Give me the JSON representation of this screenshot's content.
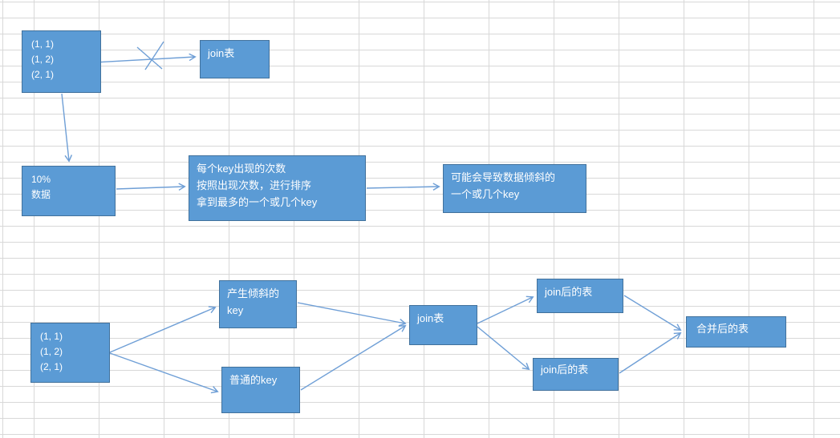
{
  "colors": {
    "grid_line": "#d8d8d8",
    "box_fill": "#5b9bd5",
    "box_border": "#41719c",
    "connector": "#6f9fd6",
    "box_text": "#ffffff",
    "background": "#ffffff"
  },
  "diagram": {
    "nodes": {
      "tuples_top": {
        "lines": [
          "(1, 1)",
          "(1, 2)",
          "(2, 1)"
        ]
      },
      "join_table_top": {
        "label": "join表"
      },
      "sample_10pct": {
        "lines": [
          "10%",
          "数据"
        ]
      },
      "count_sort": {
        "lines": [
          "每个key出现的次数",
          "按照出现次数，进行排序",
          "拿到最多的一个或几个key"
        ]
      },
      "skew_keys": {
        "lines": [
          "可能会导致数据倾斜的",
          "一个或几个key"
        ]
      },
      "tuples_bottom": {
        "lines": [
          "(1, 1)",
          "(1, 2)",
          "(2, 1)"
        ]
      },
      "skewed_key": {
        "lines": [
          "产生倾斜的",
          "key"
        ]
      },
      "normal_key": {
        "label": "普通的key"
      },
      "join_table_bottom": {
        "label": "join表"
      },
      "joined_table_top": {
        "label": "join后的表"
      },
      "joined_table_bottom": {
        "label": "join后的表"
      },
      "merged_table": {
        "label": "合并后的表"
      }
    },
    "edges": [
      {
        "from": "tuples_top",
        "to": "join_table_top",
        "style": "crossed-out"
      },
      {
        "from": "tuples_top",
        "to": "sample_10pct"
      },
      {
        "from": "sample_10pct",
        "to": "count_sort"
      },
      {
        "from": "count_sort",
        "to": "skew_keys"
      },
      {
        "from": "tuples_bottom",
        "to": "skewed_key"
      },
      {
        "from": "tuples_bottom",
        "to": "normal_key"
      },
      {
        "from": "skewed_key",
        "to": "join_table_bottom"
      },
      {
        "from": "normal_key",
        "to": "join_table_bottom"
      },
      {
        "from": "join_table_bottom",
        "to": "joined_table_top"
      },
      {
        "from": "join_table_bottom",
        "to": "joined_table_bottom"
      },
      {
        "from": "joined_table_top",
        "to": "merged_table"
      },
      {
        "from": "joined_table_bottom",
        "to": "merged_table"
      }
    ],
    "marks": {
      "x_cross": "crossed-out-arrow"
    }
  }
}
